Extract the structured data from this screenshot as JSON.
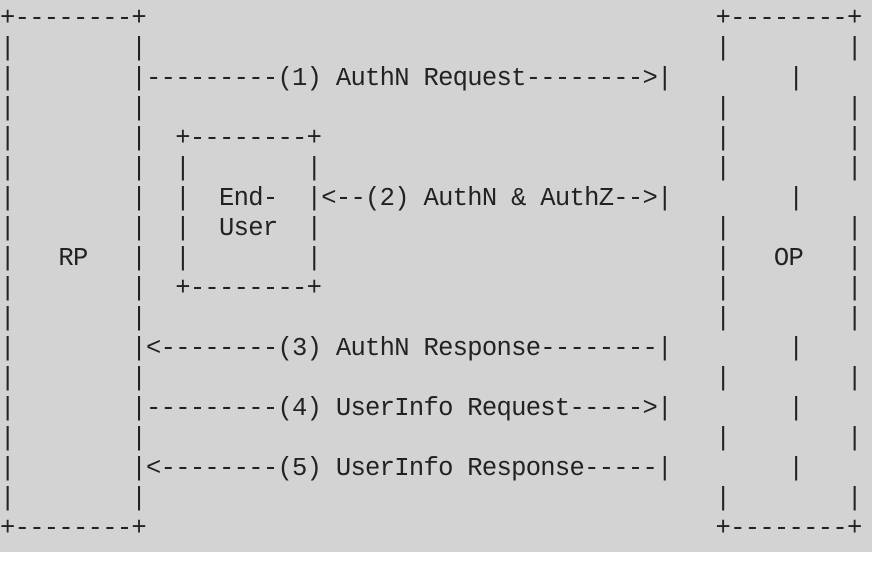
{
  "diagram": {
    "lines": [
      "+--------+                                       +--------+",
      "|        |                                       |        |",
      "|        |---------(1) AuthN Request-------->|        |",
      "|        |                                       |        |",
      "|        |  +--------+                           |        |",
      "|        |  |        |                           |        |",
      "|        |  |  End-  |<--(2) AuthN & AuthZ-->|        |",
      "|        |  |  User  |                           |        |",
      "|   RP   |  |        |                           |   OP   |",
      "|        |  +--------+                           |        |",
      "|        |                                       |        |",
      "|        |<--------(3) AuthN Response--------|        |",
      "|        |                                       |        |",
      "|        |---------(4) UserInfo Request----->|        |",
      "|        |                                       |        |",
      "|        |<--------(5) UserInfo Response-----|        |",
      "|        |                                       |        |",
      "+--------+                                       +--------+"
    ],
    "colors": {
      "background": "#d3d3d3",
      "text": "#222222"
    }
  }
}
